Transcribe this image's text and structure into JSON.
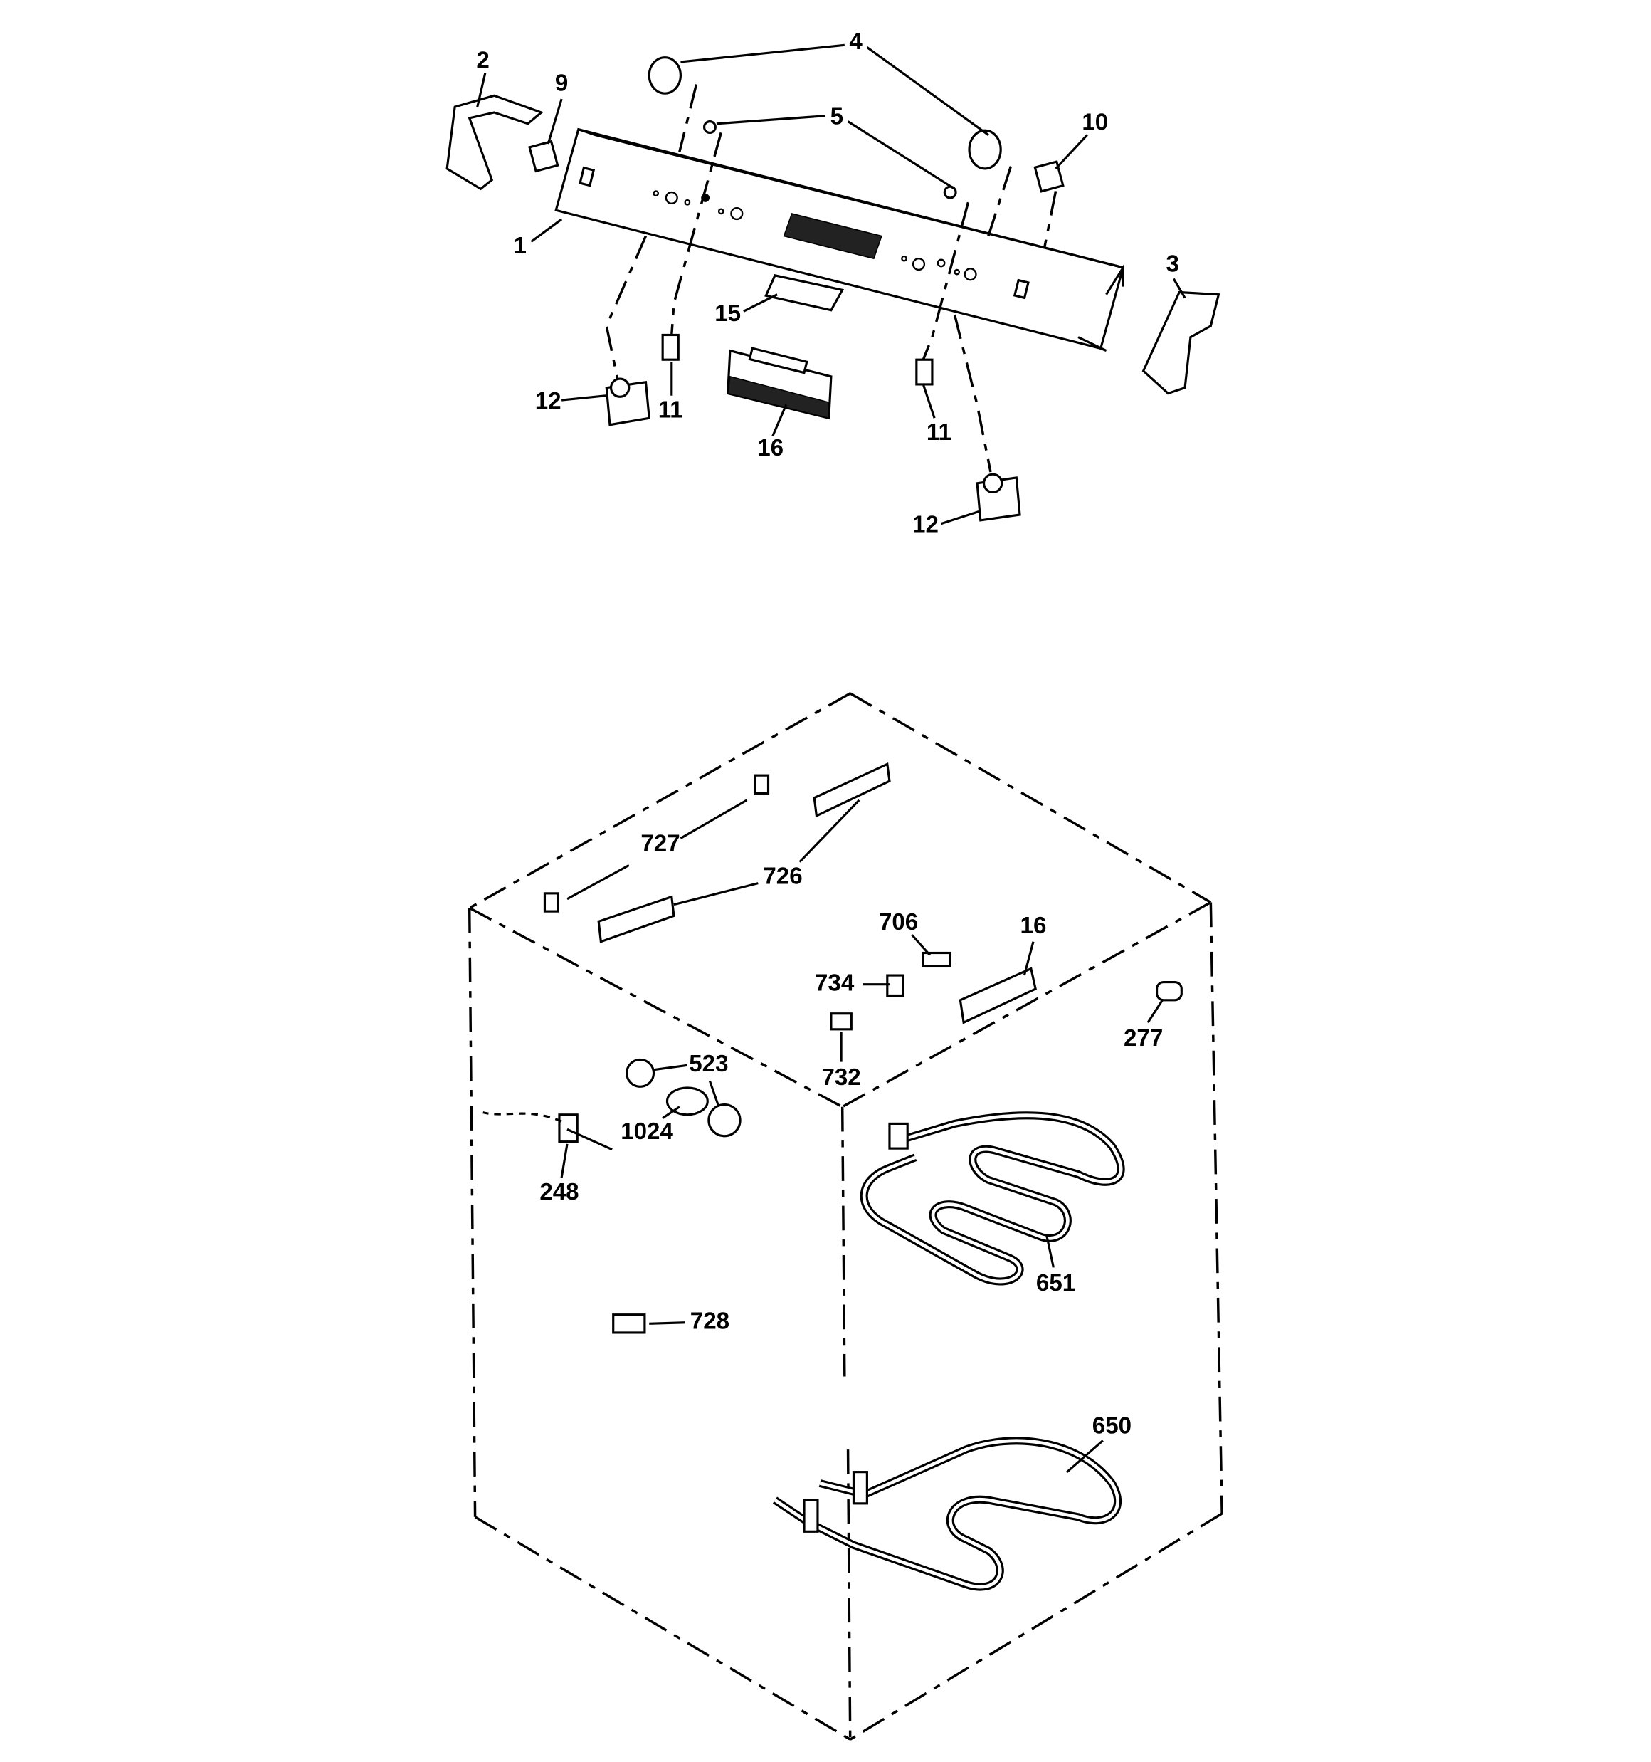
{
  "diagram": {
    "title": "Oven control panel and cavity parts breakdown",
    "control_panel_labels": [
      "2",
      "9",
      "4",
      "5",
      "10",
      "1",
      "3",
      "15",
      "12",
      "11",
      "16",
      "11",
      "12"
    ],
    "cavity_labels": [
      "727",
      "726",
      "706",
      "16",
      "734",
      "277",
      "523",
      "732",
      "1024",
      "248",
      "651",
      "728",
      "650"
    ]
  }
}
